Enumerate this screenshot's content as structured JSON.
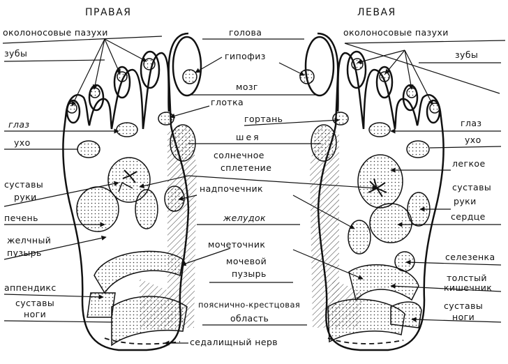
{
  "headers": {
    "right_foot": "ПРАВАЯ",
    "left_foot": "ЛЕВАЯ"
  },
  "left_labels": {
    "sinuses": "околоносовые пазухи",
    "teeth": "зубы",
    "eye": "глаз",
    "ear": "ухо",
    "arm_joints_1": "суставы",
    "arm_joints_2": "руки",
    "liver": "печень",
    "gallbladder_1": "желчный",
    "gallbladder_2": "пузырь",
    "appendix": "аппендикс",
    "leg_joints_1": "суставы",
    "leg_joints_2": "ноги"
  },
  "center_labels": {
    "head": "голова",
    "pituitary": "гипофиз",
    "brain": "мозг",
    "pharynx": "глотка",
    "larynx": "гортань",
    "neck": "шея",
    "solar_plexus_1": "солнечное",
    "solar_plexus_2": "сплетение",
    "adrenal": "надпочечник",
    "stomach": "желудок",
    "ureter": "мочеточник",
    "bladder_1": "мочевой",
    "bladder_2": "пузырь",
    "lumbosacral_1": "пояснично-крестцовая",
    "lumbosacral_2": "область",
    "sciatic": "седалищный нерв"
  },
  "right_labels": {
    "sinuses": "околоносовые пазухи",
    "teeth": "зубы",
    "eye": "глаз",
    "ear": "ухо",
    "lung": "легкое",
    "arm_joints_1": "суставы",
    "arm_joints_2": "руки",
    "heart": "сердце",
    "spleen": "селезенка",
    "colon_1": "толстый",
    "colon_2": "кишечник",
    "leg_joints_1": "суставы",
    "leg_joints_2": "ноги"
  }
}
